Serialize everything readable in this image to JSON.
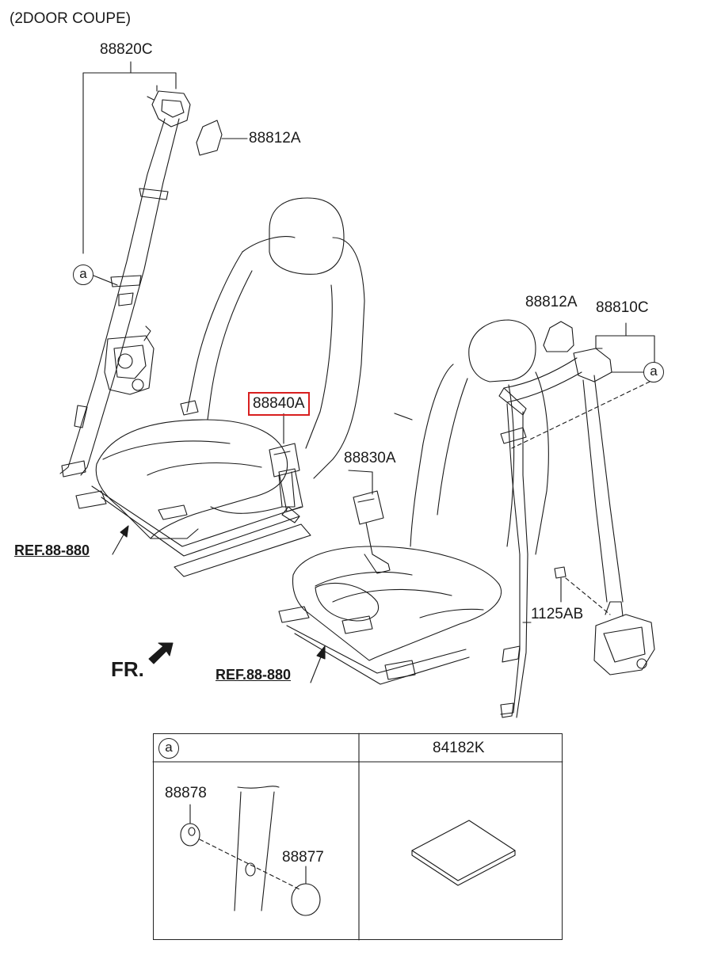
{
  "header": {
    "variant": "(2DOOR COUPE)"
  },
  "parts": {
    "rear_belt_assy_lh": "88820C",
    "cover_upper": "88812A",
    "cover_upper_rh": "88812A",
    "belt_assy_rh": "88810C",
    "buckle_lh": "88840A",
    "buckle_rh": "88830A",
    "bolt": "1125AB"
  },
  "references": {
    "seat_left": "REF.88-880",
    "seat_right": "REF.88-880"
  },
  "callouts": {
    "a1": "a",
    "a2": "a"
  },
  "direction": {
    "label": "FR."
  },
  "highlighted_part": "88840A",
  "detail_table": {
    "left_header": "a",
    "right_header": "84182K",
    "left_parts": [
      "88878",
      "88877"
    ]
  },
  "colors": {
    "line": "#1a1a1a",
    "highlight": "#d81f1f",
    "background": "#ffffff"
  }
}
